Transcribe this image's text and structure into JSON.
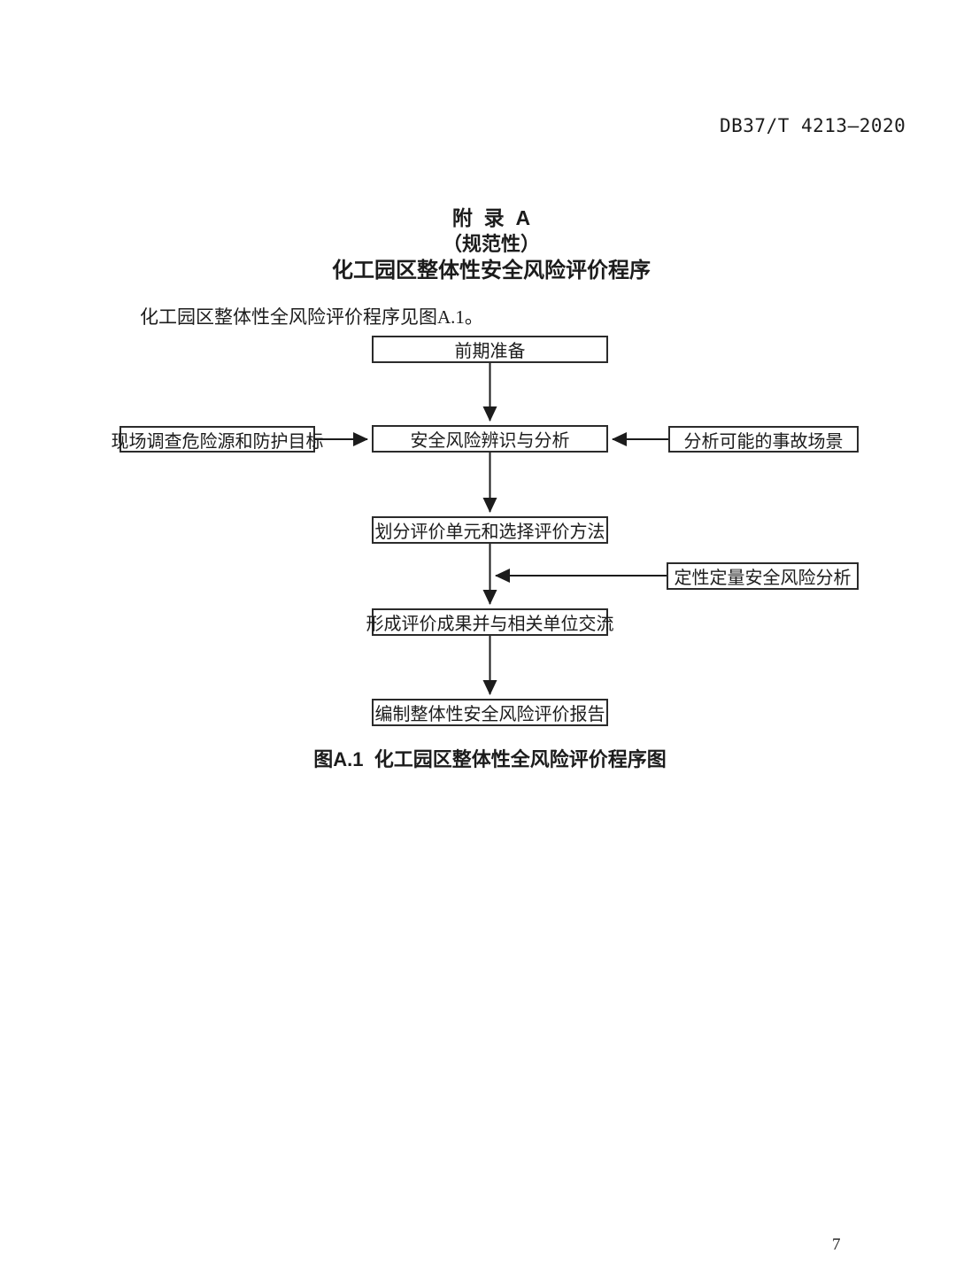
{
  "page": {
    "header_code": "DB37/T 4213—2020",
    "page_number": "7"
  },
  "appendix": {
    "title_line1": "附  录  A",
    "title_line2": "（规范性）",
    "title_line3": "化工园区整体性安全风险评价程序",
    "intro": "化工园区整体性全风险评价程序见图A.1。"
  },
  "flowchart": {
    "nodes": {
      "preparation": "前期准备",
      "identification": "安全风险辨识与分析",
      "survey": "现场调查危险源和防护目标",
      "scenario": "分析可能的事故场景",
      "divide": "划分评价单元和选择评价方法",
      "qual_quant": "定性定量安全风险分析",
      "results": "形成评价成果并与相关单位交流",
      "report": "编制整体性安全风险评价报告"
    },
    "caption": "图A.1  化工园区整体性全风险评价程序图",
    "ink_color": "#1c1c1c"
  }
}
